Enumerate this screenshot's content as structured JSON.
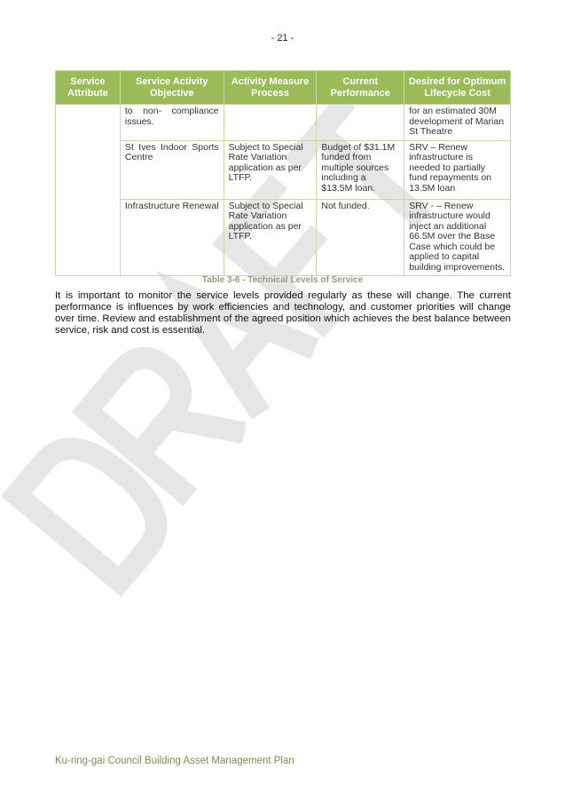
{
  "page_number": "- 21 -",
  "table": {
    "headers": [
      "Service Attribute",
      "Service Activity Objective",
      "Activity Measure Process",
      "Current Performance",
      "Desired for Optimum Lifecycle Cost"
    ],
    "rows": [
      [
        "",
        "to non- compliance issues.",
        "",
        "",
        "for an estimated 30M development of Marian St Theatre"
      ],
      [
        "",
        "St Ives Indoor Sports Centre",
        "Subject to Special Rate Variation application as per LTFP.",
        "Budget of $31.1M funded from multiple sources including a $13.5M loan.",
        "SRV – Renew infrastructure is needed to partially fund repayments on 13.5M loan"
      ],
      [
        "",
        "Infrastructure Renewal",
        "Subject to Special Rate Variation application as per LTFP.",
        "Not funded.",
        "SRV - – Renew infrastructure would inject an additional 66.5M over the Base Case which could be applied to capital building improvements."
      ]
    ]
  },
  "caption": "Table 3-6 - Technical Levels of Service",
  "paragraph": "It is important to monitor the service levels provided regularly as these will change. The current performance is influences by work efficiencies and technology, and customer priorities will change over time. Review and establishment of the agreed position which achieves the best balance between service, risk and cost is essential.",
  "watermark": "DRAFT",
  "footer": "Ku-ring-gai Council Building Asset Management Plan",
  "colors": {
    "header_bg": "#9bbb59",
    "border": "#c6d9a0",
    "caption": "#a3987c",
    "footer": "#8a8656"
  }
}
